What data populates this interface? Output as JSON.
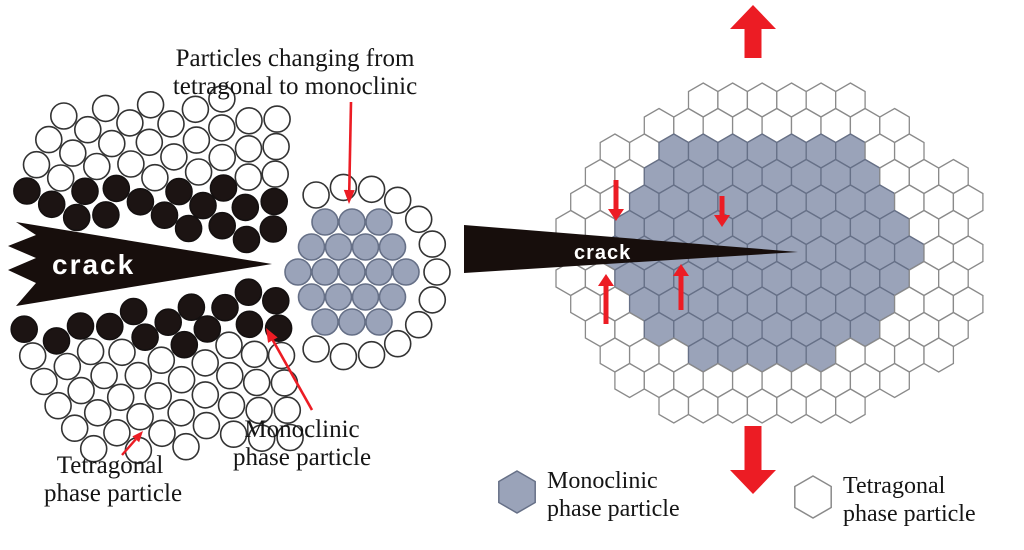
{
  "figure": {
    "background": "#ffffff",
    "colors": {
      "monoclinic_fill": "#9aa3b9",
      "monoclinic_stroke": "#667087",
      "tetragonal_fill": "#ffffff",
      "tetragonal_stroke": "#8a8a8a",
      "particle_black": "#1c1413",
      "particle_black_stroke": "#141010",
      "crack_fill": "#170e0c",
      "arrow_red": "#ec1c24",
      "label_color": "#151515"
    },
    "left": {
      "top_label_line1": "Particles changing from",
      "top_label_line2": "tetragonal to monoclinic",
      "crack_label": "crack",
      "monoclinic_label_line1": "Monoclinic",
      "monoclinic_label_line2": "phase particle",
      "tetragonal_label_line1": "Tetragonal",
      "tetragonal_label_line2": "phase particle"
    },
    "right": {
      "crack_label": "crack",
      "legend": [
        {
          "swatch": "monoclinic-hexagon",
          "line1": "Monoclinic",
          "line2": "phase particle"
        },
        {
          "swatch": "tetragonal-hexagon",
          "line1": "Tetragonal",
          "line2": "phase particle"
        }
      ]
    }
  }
}
